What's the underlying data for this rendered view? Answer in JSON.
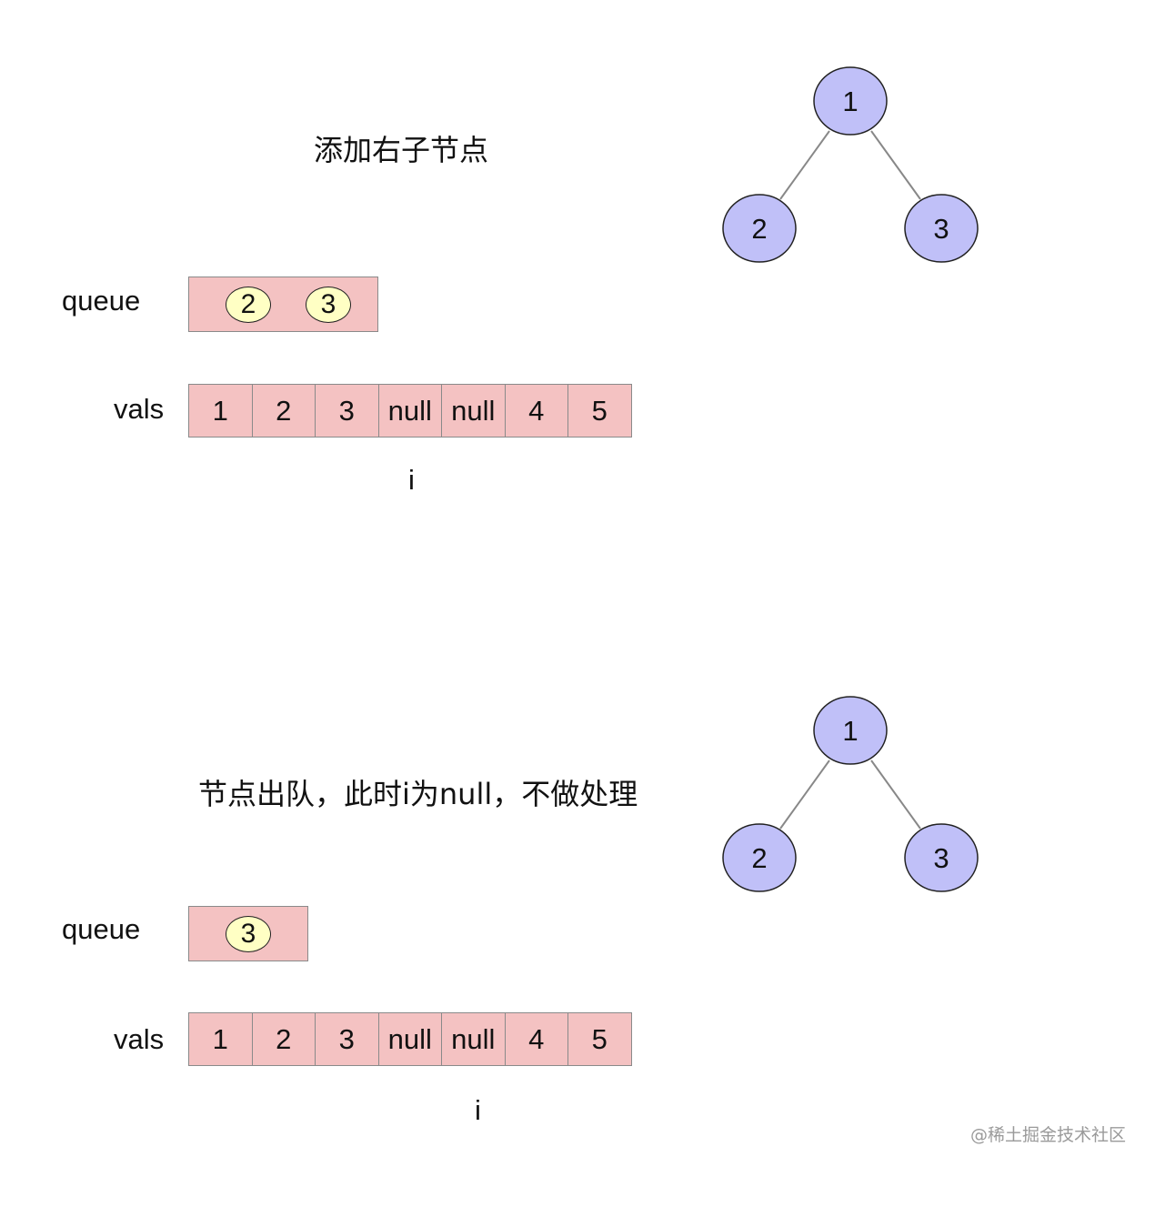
{
  "panels": [
    {
      "caption": "添加右子节点",
      "queue_label": "queue",
      "queue_items": [
        "2",
        "3"
      ],
      "vals_label": "vals",
      "vals": [
        "1",
        "2",
        "3",
        "null",
        "null",
        "4",
        "5"
      ],
      "pointer": "i",
      "tree": {
        "root": "1",
        "left": "2",
        "right": "3"
      }
    },
    {
      "caption": "节点出队，此时i为null，不做处理",
      "queue_label": "queue",
      "queue_items": [
        "3"
      ],
      "vals_label": "vals",
      "vals": [
        "1",
        "2",
        "3",
        "null",
        "null",
        "4",
        "5"
      ],
      "pointer": "i",
      "tree": {
        "root": "1",
        "left": "2",
        "right": "3"
      }
    }
  ],
  "watermark": "@稀土掘金技术社区",
  "colors": {
    "cell_fill": "#f4c2c2",
    "queue_node_fill": "#ffffc4",
    "tree_node_fill": "#c0c0f8",
    "border": "#8a8a8a"
  }
}
